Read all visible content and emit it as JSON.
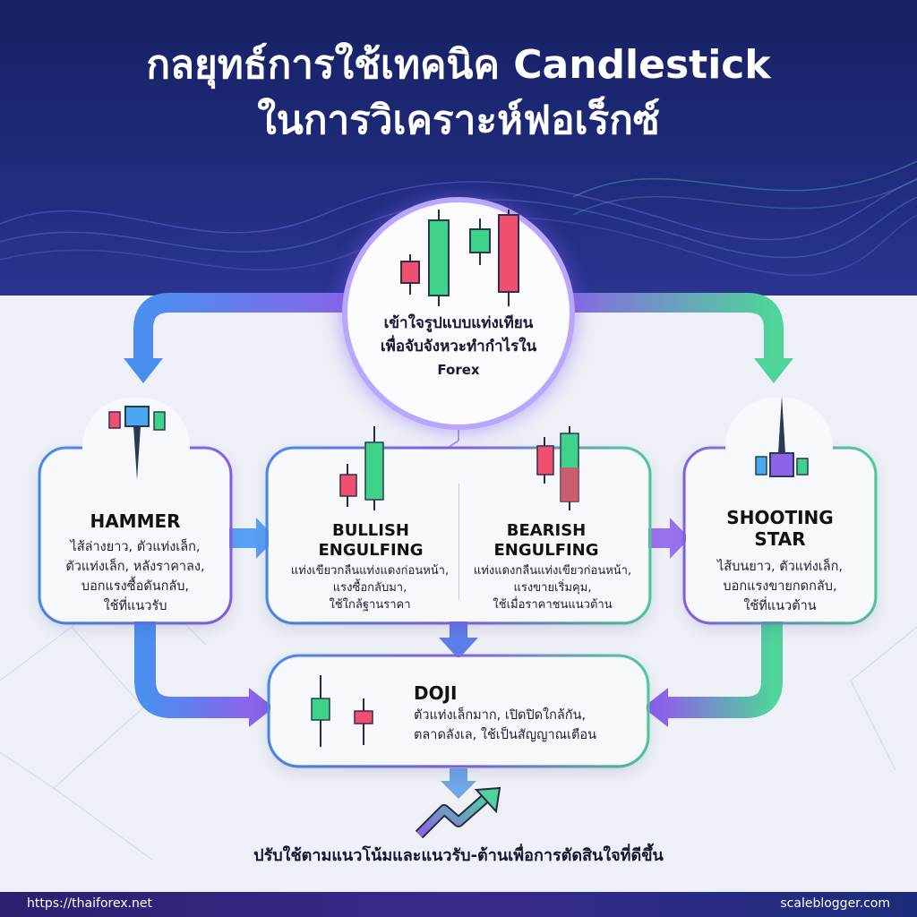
{
  "header": {
    "title_line1": "กลยุทธ์การใช้เทคนิค Candlestick",
    "title_line2": "ในการวิเคราะห์ฟอเร็กซ์"
  },
  "center": {
    "text_line1": "เข้าใจรูปแบบแท่งเทียน",
    "text_line2": "เพื่อจับจังหวะทำกำไรใน",
    "text_line3": "Forex"
  },
  "cards": {
    "hammer": {
      "title": "HAMMER",
      "desc_line1": "ไส้ล่างยาว, ตัวแท่งเล็ก,",
      "desc_line2": "ตัวแท่งเล็ก, หลังราคาลง,",
      "desc_line3": "บอกแรงซื้อดันกลับ,",
      "desc_line4": "ใช้ที่แนวรับ"
    },
    "bullish": {
      "title_line1": "BULLISH",
      "title_line2": "ENGULFING",
      "desc_line1": "แท่งเขียวกลืนแท่งแดงก่อนหน้า,",
      "desc_line2": "แรงซื้อกลับมา,",
      "desc_line3": "ใช้ใกล้ฐานราคา"
    },
    "bearish": {
      "title_line1": "BEARISH",
      "title_line2": "ENGULFING",
      "desc_line1": "แท่งแดงกลืนแท่งเขียวก่อนหน้า,",
      "desc_line2": "แรงขายเริ่มคุม,",
      "desc_line3": "ใช้เมื่อราคาชนแนวต้าน"
    },
    "shooting": {
      "title_line1": "SHOOTING",
      "title_line2": "STAR",
      "desc_line1": "ไส้บนยาว, ตัวแท่งเล็ก,",
      "desc_line2": "บอกแรงขายกดกลับ,",
      "desc_line3": "ใช้ที่แนวต้าน"
    },
    "doji": {
      "title": "DOJI",
      "desc_line1": "ตัวแท่งเล็กมาก, เปิดปิดใกล้กัน,",
      "desc_line2": "ตลาดลังเล, ใช้เป็นสัญญาณเตือน"
    }
  },
  "conclusion": "ปรับใช้ตามแนวโน้มและแนวรับ-ต้านเพื่อการตัดสินใจที่ดีขึ้น",
  "footer": {
    "left": "https://thaiforex.net",
    "right": "scaleblogger.com"
  },
  "colors": {
    "bull": "#3fd38a",
    "bear": "#f0506e",
    "accent_blue": "#4a8ff0",
    "accent_purple": "#8b63e8",
    "accent_green": "#4fd49a"
  },
  "icons": [
    "candlestick-chart-icon",
    "hammer-candle-icon",
    "bullish-engulfing-icon",
    "bearish-engulfing-icon",
    "shooting-star-icon",
    "doji-icon",
    "trend-up-arrow-icon"
  ]
}
